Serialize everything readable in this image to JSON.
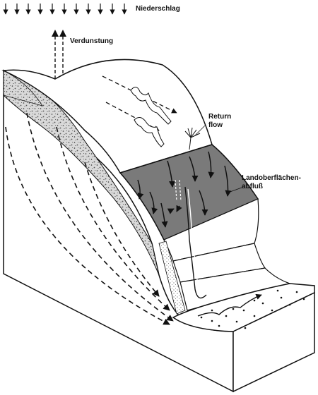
{
  "labels": {
    "precipitation": "Niederschlag",
    "evaporation": "Verdunstung",
    "return_flow_line1": "Return",
    "return_flow_line2": "flow",
    "overland_flow_line1": "Landoberflächen-",
    "overland_flow_line2": "abfluß"
  },
  "colors": {
    "ink": "#111111",
    "slope_surface": "#ffffff",
    "saturated_zone": "#7a7a7a",
    "speckled_layer": "#d8d8d8",
    "block_side": "#ffffff"
  },
  "icons": {
    "rain": "down-arrow-icon",
    "evaporation": "double-dashed-up-arrow-icon",
    "root": "root-icon"
  }
}
